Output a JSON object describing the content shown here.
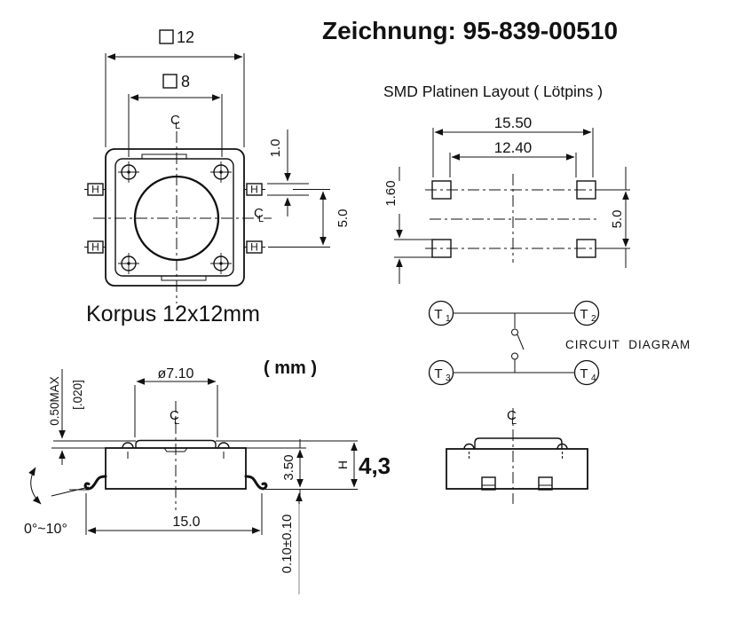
{
  "title": "Zeichnung: 95-839-00510",
  "colors": {
    "ink": "#111111",
    "accent_red": "#a63232"
  },
  "centerline_symbol": {
    "c": "C",
    "l": "L"
  },
  "top_view": {
    "caption": "Korpus 12x12mm",
    "dim_outer_square": "12",
    "dim_inner_square": "8",
    "dim_pin_thickness": "1.0",
    "dim_pin_pitch": "5.0",
    "pins": [
      "H",
      "H",
      "H",
      "H"
    ]
  },
  "smd_layout": {
    "heading": "SMD Platinen Layout ( Lötpins )",
    "dim_pad_outer_span": "15.50",
    "dim_pad_inner_span": "12.40",
    "dim_pad_height": "1.60",
    "dim_row_pitch": "5.0"
  },
  "circuit": {
    "label": "CIRCUIT  DIAGRAM",
    "terminals": [
      {
        "t": "T",
        "sub": "1"
      },
      {
        "t": "T",
        "sub": "2"
      },
      {
        "t": "T",
        "sub": "3"
      },
      {
        "t": "T",
        "sub": "4"
      }
    ]
  },
  "side_view": {
    "units_note": "( mm )",
    "dim_button_diameter": "ø7.10",
    "dim_flange_max": "0.50MAX",
    "dim_flange_max_inch": "[.020]",
    "dim_body_height": "3.50",
    "dim_total_height_symbol": "H",
    "dim_total_height_value": "4,3",
    "dim_lead_standoff": "0.10±0.10",
    "dim_body_width": "15.0",
    "dim_lead_angle": "0°~10°"
  }
}
